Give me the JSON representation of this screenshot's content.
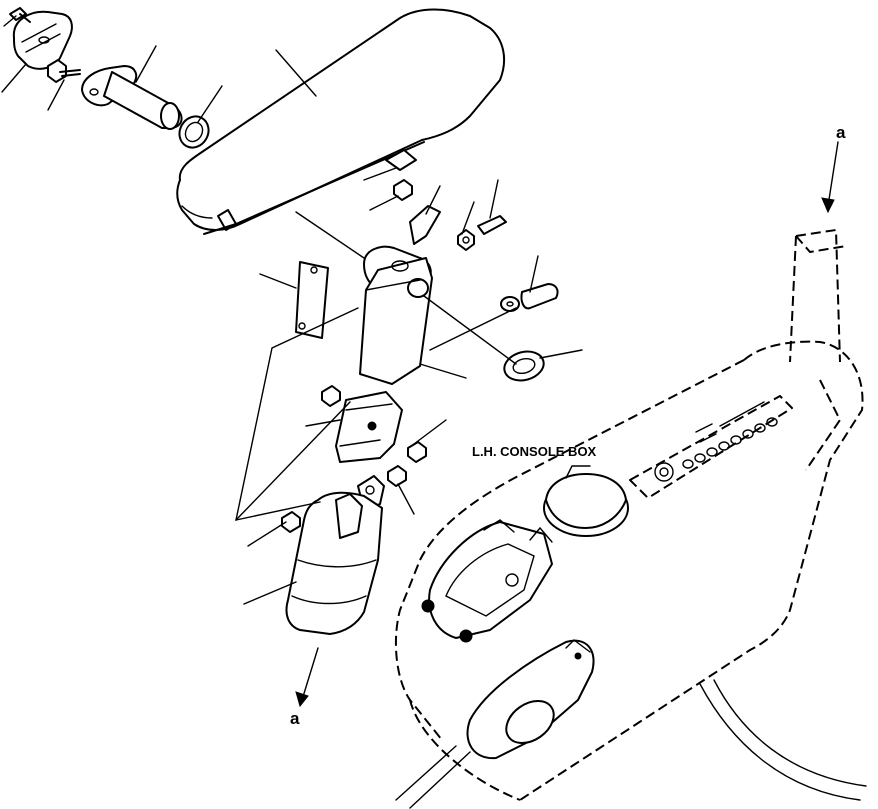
{
  "labels": {
    "console_box": "L.H. CONSOLE BOX",
    "ref_top": "a",
    "ref_bottom": "a"
  }
}
